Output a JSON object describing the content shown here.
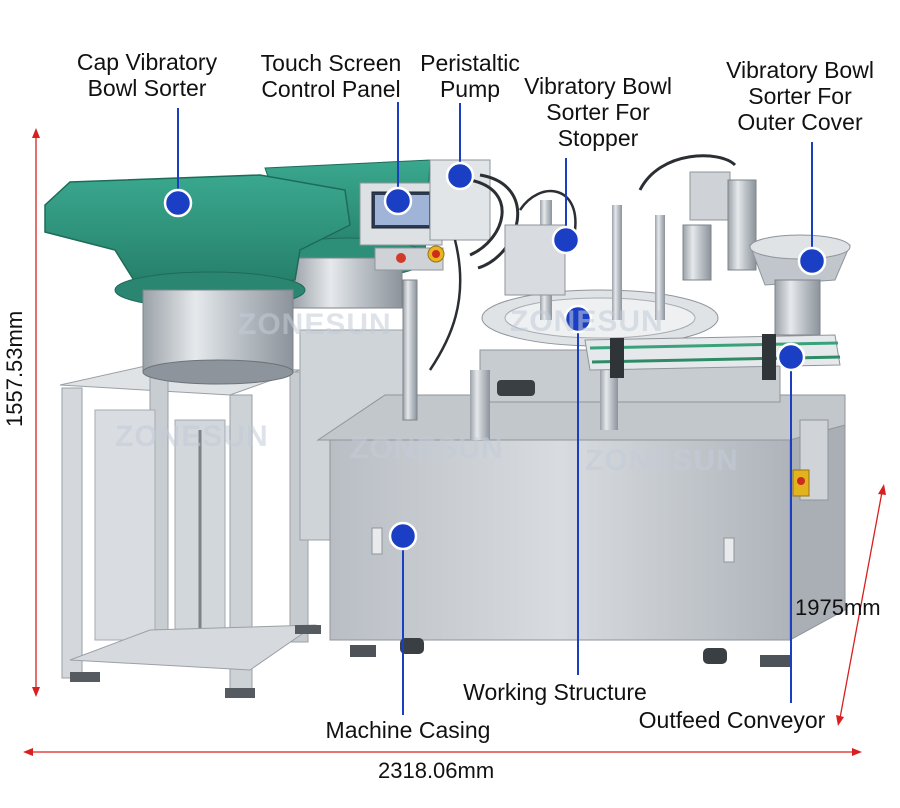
{
  "labels": {
    "cap_sorter": [
      "Cap Vibratory",
      "Bowl Sorter"
    ],
    "touch_screen": [
      "Touch Screen",
      "Control Panel"
    ],
    "pump": [
      "Peristaltic",
      "Pump"
    ],
    "stopper_sorter": [
      "Vibratory Bowl",
      "Sorter For",
      "Stopper"
    ],
    "cover_sorter": [
      "Vibratory Bowl",
      "Sorter For",
      "Outer Cover"
    ],
    "working_structure": "Working Structure",
    "machine_casing": "Machine Casing",
    "outfeed_conveyor": "Outfeed Conveyor"
  },
  "dimensions": {
    "height": "1557.53mm",
    "width": "2318.06mm",
    "depth": "1975mm"
  },
  "watermark": "ZONESUN",
  "colors": {
    "marker": "#1a3ec4",
    "dimension_line": "#d92020",
    "bowl_green": "#2f9a82",
    "steel": "#c9ced3"
  }
}
